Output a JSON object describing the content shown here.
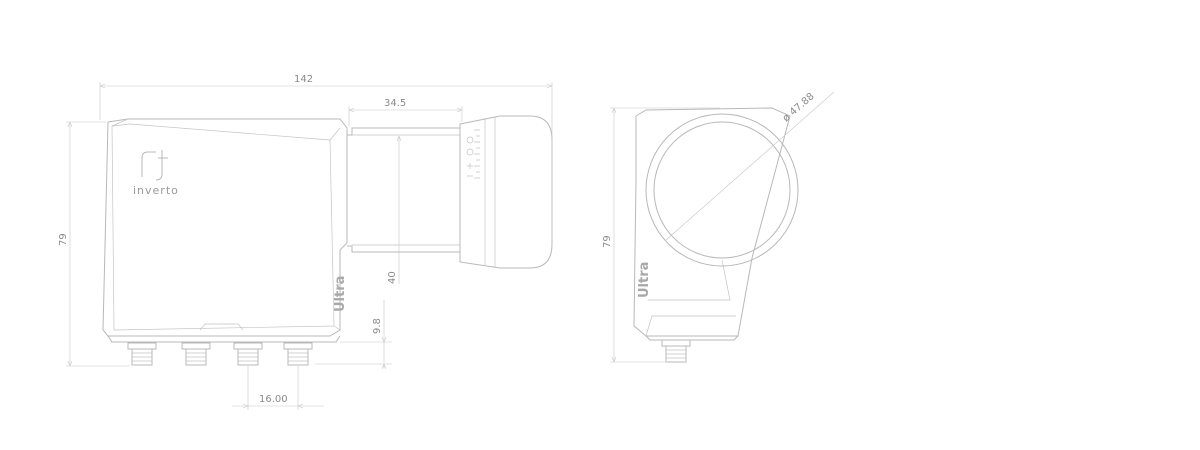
{
  "dimensions": {
    "total_length": "142",
    "feed_length": "34.5",
    "height_front": "79",
    "height_side": "79",
    "feed_height": "40",
    "connector_height": "9.8",
    "connector_spacing": "16.00",
    "diameter": "ø 47.88"
  },
  "branding": {
    "logo_text": "inverto",
    "product_mark": "Ultra"
  }
}
